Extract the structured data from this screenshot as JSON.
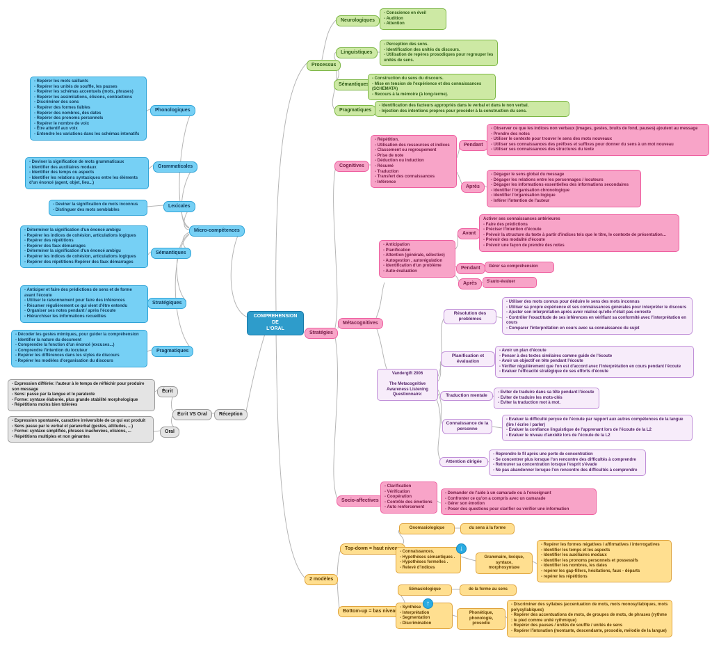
{
  "colors": {
    "center": "#2E9CCB",
    "branch_blue": "#76D0F5",
    "branch_green": "#CDE9A4",
    "branch_pink": "#F8A4C8",
    "branch_lavender": "#F7ECFA",
    "branch_gray": "#E4E4E4",
    "branch_yellow": "#FFDF90",
    "connector": "#B5B5B5",
    "arrow_icon": "#29ABE2"
  },
  "icons": {
    "down_arrow": "↓",
    "up_arrow": "↑"
  },
  "center": {
    "label": "COMPREHENSION DE\nL'ORAL"
  },
  "processus": {
    "label": "Processus",
    "items": [
      {
        "label": "Neurologiques",
        "content": "- Conscience en éveil\n- Audition\n- Attention"
      },
      {
        "label": "Linguistiques",
        "content": "- Perception des sons.\n- Identification des unités du discours.\n- Utilisation de repères prosodiques pour regrouper les unités de sens."
      },
      {
        "label": "Sémantiques",
        "content": "- Construction du sens du discours.\n- Mise en tension de l'expérience et des connaissances (SCHEMATA)\n- Recours à la mémoire (à long-terme)."
      },
      {
        "label": "Pragmatiques",
        "content": "- Identification des facteurs appropriés dans le verbal et dans le non verbal.\n- Injection des intentions propres pour procéder à la construction du sens."
      }
    ]
  },
  "micro": {
    "label": "Micro-compétences",
    "items": [
      {
        "label": "Phonologiques",
        "content": "- Repérer les mots saillants\n- Repérer les unités de souffle, les pauses\n- Repérer les schémas accentuels (mots, phrases)\n- Repérer les assimilations, élisions, contractions\n- Discriminer des sons\n- Repérer des formes faibles\n- Repérer des nombres, des dates\n- Repérer des pronoms personnels\n- Repérer le nombre de voix\n- Être attentif aux voix\n- Entendre les variations dans les schémas intonatifs"
      },
      {
        "label": "Grammaticales",
        "content": "- Deviner la signification de mots grammaticaux\n- Identifier des auxiliaires modaux\n- Identifier des temps ou aspects\n- Identifier les relations syntaxiques entre les éléments d'un énoncé (agent, objet, lieu...)"
      },
      {
        "label": "Lexicales",
        "content": "- Deviner la signification de mots inconnus\n- Distinguer des mots semblables"
      },
      {
        "label": "Sémantiques",
        "content": "- Déterminer la signification d'un énoncé ambigu\n- Repérer les indices de cohésion, articulations logiques\n- Repérer des répétitions\n- Repérer des faux démarrages\n- Déterminer la signification d'un énoncé ambigu\n- Repérer les indices de cohésion, articulations logiques\n- Repérer des répétitions Repérer des faux démarrages"
      },
      {
        "label": "Stratégiques",
        "content": "- Anticiper et faire des prédictions de sens et de forme avant l'écoute\n- Utiliser le raisonnement pour faire des inférences\n- Résumer régulièrement ce qui vient d'être entendu\n- Organiser ses notes pendant / après l'écoute\n- Hiérarchiser les informations recueillies"
      },
      {
        "label": "Pragmatiques",
        "content": "- Décoder les gestes mimiques, pour guider la compréhension\n- Identifier la nature du document\n- Comprendre la fonction d'un énoncé (excuses...)\n- Comprendre l'intention du locuteur\n- Repérer les différences dans les styles de discours\n- Repérer les modèles d'organisation du discours"
      }
    ]
  },
  "strategies": {
    "label": "Stratégies",
    "cognitives": {
      "label": "Cognitives",
      "content": "- Répétition.\n- Utilisation des ressources et indices\n- Classement ou regroupement\n- Prise de note\n- Déduction ou induction\n- Résumé\n- Traduction\n- Transfert des connaissances\n- Inférence",
      "pendant": {
        "label": "Pendant",
        "content": "- Observer ce que les indices non verbaux (images, gestes, bruits de fond, pauses) ajoutent au message\n- Prendre des notes\n- Utiliser le contexte pour trouver le sens des mots nouveaux\n- Utiliser ses connaissances des préfixes et suffixes pour donner du sens à un mot nouveau\n- Utiliser ses connaissances des structures du texte"
      },
      "apres": {
        "label": "Après",
        "content": "- Dégager le sens global du message\n- Dégager les relations entre les personnages / locuteurs\n- Dégager les informations essentielles des informations secondaires\n- Identifier l'organisation chronologique\n- Identifier l'organisation logique\n- Inférer l'intention de l'auteur"
      }
    },
    "metacognitives": {
      "label": "Métacognitives",
      "content": "- Anticipation\n- Planification\n- Attention (générale, sélective)\n- Autogestion , autorégulation\n- identification d'un problème\n- Auto-évaluation",
      "avant": {
        "label": "Avant",
        "content": "Activer ses connaissances antérieures\n- Faire des prédictions\n- Préciser l'intention d'écoute\n- Prévoir la structure du texte à partir d'indices tels que le titre, le contexte de présentation...\n- Prévoir des modalité d'écoute\n- Prévoir une façon de prendre des notes"
      },
      "pendant": {
        "label": "Pendant",
        "content": "Gérer sa compréhension"
      },
      "apres": {
        "label": "Après",
        "content": "S'auto-évaluer"
      },
      "vandergrift": "Vandergift  2006\n\nThe Metacognitive\nAwareness Listening\nQuestionnaire:",
      "malq": [
        {
          "label": "Résolution des problèmes",
          "content": "- Utiliser des mots connus pour déduire le sens des mots inconnus\n- Utiliser sa propre expérience et ses connaissances générales pour interpréter le discours\n- Ajuster son interprétation après avoir réalisé qu'elle n'était pas correcte\n- Contrôler l'exactitude de ses inférences en vérifiant sa conformité avec l'interprétation en cours\n- Comparer l'interprétation en cours avec sa connaissance du sujet"
        },
        {
          "label": "Planification et évaluation",
          "content": "- Avoir un plan d'écoute\n- Penser à des textes similaires comme guide de l'écoute\n- Avoir un objectif en tête pendant l'écoute\n- Vérifier régulièrement que l'on est d'accord avec l'interprétation en cours pendant l'écoute\n- Evaluer l'efficacité stratégique de ses efforts d'écoute"
        },
        {
          "label": "Traduction mentale",
          "content": "- Eviter de traduire dans sa tête pendant l'écoute\n- Eviter de traduire les mots-clés\n- Eviter la traduction mot à mot."
        },
        {
          "label": "Connaissance de la personne",
          "content": "- Evaluer la difficulté perçue de l'écoute par rapport aux autres compétences de la langue (lire / écrire / parler)\n- Evaluer la confiance linguistique de l'apprenant lors de l'écoute de la L2\n- Evaluer le niveau d'anxiété lors de l'écoute de la L2"
        },
        {
          "label": "Attention dirigée",
          "content": "- Reprendre le fil après une perte de concentration\n- Se concentrer plus lorsque l'on rencontre des difficultés à comprendre\n- Retrouver sa concentration lorsque l'esprit s'évade\n- Ne pas abandonner lorsque l'on rencontre des difficultés à comprendre"
        }
      ]
    },
    "socio": {
      "label": "Socio-affectives",
      "content": "- Clarification\n- Vérification\n- Coopération\n- Contrôle des émotions\n- Auto renforcement",
      "detail": "- Demander de l'aide à un camarade ou à l'enseignant\n- Confronter ce qu'on a compris avec un camarade\n- Gérer son émotion\n- Poser des questions pour clarifier ou vérifier une information"
    }
  },
  "reception": {
    "label": "Réception",
    "ecrit_vs_oral": "Écrit VS Oral",
    "ecrit": {
      "label": "Écrit",
      "content": "- Expression différée: l'auteur à le temps de réfléchir pour produire son message\n- Sens: passe par la langue et le paratexte\n- Forme: syntaxe élaborée, plus grande stabilité morphologique\n- Répétitions moins bien tolérées"
    },
    "oral": {
      "label": "Oral",
      "content": "- Expression spontanée, caractère irréversible de ce qui est produit\n- Sens passe par le verbal et paraverbal (gestes, attitudes, ...)\n- Forme: syntaxe simplifiée, phrases inachevées, elisions, ...\n- Répétitions multiples et non génantes"
    }
  },
  "modeles": {
    "label": "2 modèles",
    "topdown": {
      "label": "Top-down = haut niveau",
      "approach": "Onomasiologique",
      "direction": "du sens à la forme",
      "content": "- Connaissances.\n- Hypothèses sémantiques .\n- Hypothèses formelles .\n- Relevé d'indices",
      "domain": "Grammaire, lexique, syntaxe, morphosyntaxe",
      "detail": "- Repérer les formes négatives / affirmatives / interrogatives\n- Identifier les temps et les aspects\n- Identifier les auxiliaires modaux\n- Identifier les pronoms personnels et possessifs\n- Identifier les nombres, les dates\n- repérer les gap-fillers, hésitations, faux - départs\n- repérer les répétitions"
    },
    "bottomup": {
      "label": "Bottom-up = bas niveau",
      "approach": "Sémasiologique",
      "direction": "de la forme au sens",
      "content": "- Synthèse\n- Interprétation\n- Segmentation\n- Discrimination",
      "domain": "Phonétique, phonologie, prosodie",
      "detail": "- Discriminer des syllabes (accentuation de mots, mots monosyllabiques, mots polysyllabiques)\n- Repérer des accentuations de mots, de groupes de mots, de phrases (rythme : le pied comme unité rythmique)\n- Repérer des pauses / unités de souffle / unités de sens\n- Repérer l'intonation (montante, descendante, prosodie, mélodie de la langue)"
    }
  }
}
